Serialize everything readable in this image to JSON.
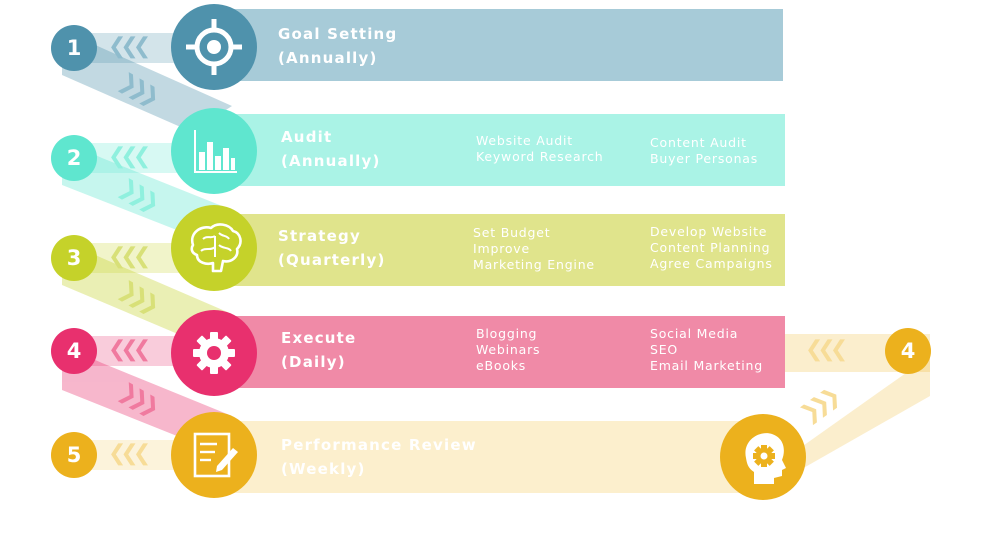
{
  "colors": {
    "blue": "#4f92ac",
    "blue_band": "#a7cbd8",
    "mint": "#5fe6cf",
    "mint_band": "#aaf3e6",
    "lime": "#c5d22a",
    "lime_band": "#e0e48c",
    "pink": "#e8306e",
    "pink_band": "#f08aa7",
    "gold": "#ecb11d",
    "gold_band": "#fcefcd"
  },
  "steps": [
    {
      "number": "1",
      "title": "Goal Setting",
      "period": "(Annually)",
      "icon": "target-icon",
      "col1": [],
      "col2": []
    },
    {
      "number": "2",
      "title": "Audit",
      "period": "(Annually)",
      "icon": "bar-chart-icon",
      "col1": [
        "Website Audit",
        "Keyword Research"
      ],
      "col2": [
        "Content Audit",
        "Buyer Personas"
      ]
    },
    {
      "number": "3",
      "title": "Strategy",
      "period": "(Quarterly)",
      "icon": "brain-icon",
      "col1": [
        "Set Budget",
        "Improve",
        "Marketing Engine"
      ],
      "col2": [
        "Develop Website",
        "Content Planning",
        "Agree Campaigns"
      ]
    },
    {
      "number": "4",
      "title": "Execute",
      "period": "(Daily)",
      "icon": "gear-icon",
      "col1": [
        "Blogging",
        "Webinars",
        "eBooks"
      ],
      "col2": [
        "Social Media",
        "SEO",
        "Email Marketing"
      ]
    },
    {
      "number": "5",
      "title": "Performance Review",
      "period": "(Weekly)",
      "icon": "document-pen-icon",
      "col1": [],
      "col2": []
    }
  ],
  "loop": {
    "number": "4",
    "icon": "head-gear-icon"
  },
  "glyphs": {
    "chevrons_left": "❮❮❮",
    "chevrons_right": "❯❯❯"
  }
}
